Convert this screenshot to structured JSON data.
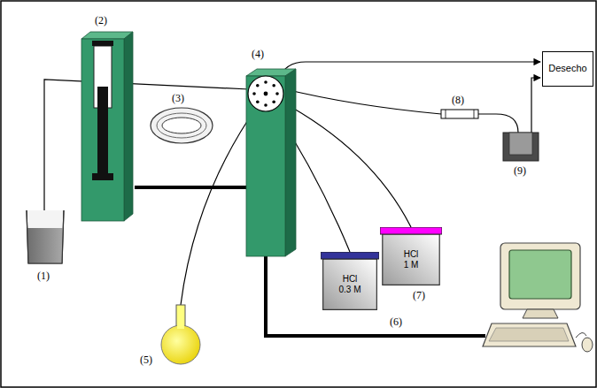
{
  "diagram": {
    "nodes": [
      {
        "text": [
          "Desecho"
        ]
      },
      {
        "text": [
          "HCl 0.3 M"
        ]
      },
      {
        "text": [
          "HCl 1 M"
        ]
      }
    ],
    "labels": [
      "(1)",
      "(2)",
      "(3)",
      "(4)",
      "(5)",
      "(6)",
      "(7)",
      "(8)",
      "(9)"
    ]
  }
}
